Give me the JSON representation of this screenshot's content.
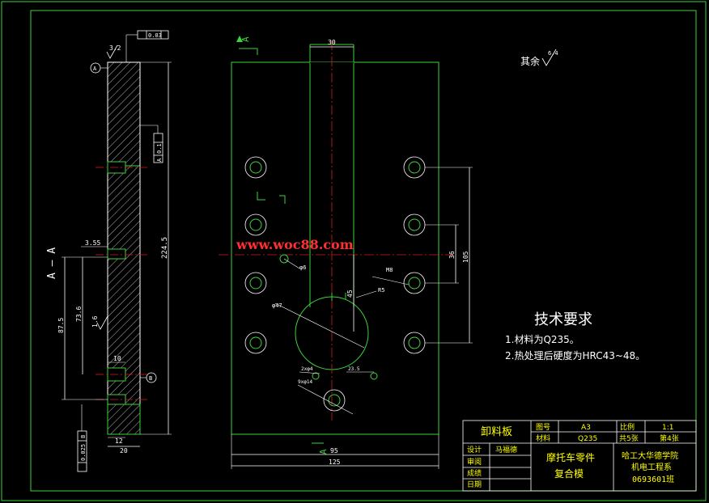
{
  "colors": {
    "background": "#000000",
    "frame": "#3cd23c",
    "part": "#00c8c8",
    "centerline": "#d21e1e",
    "dimension": "#ffffff",
    "text": "#ffffff",
    "title_block_text": "#ffff00",
    "watermark": "#ff3030",
    "hatch": "#ffffff"
  },
  "view_labels": {
    "section_a": "A",
    "section_marker": "A — A",
    "circle_a": "A",
    "circle_b": "B"
  },
  "surface_finish": {
    "top_value": "3.2",
    "mid_value": "1.6",
    "other_label": "其余",
    "other_value": "6.4"
  },
  "tolerances": {
    "flatness": "0.03",
    "parallel": "0.1",
    "parallel_datum": "A",
    "position": "0.025",
    "position_datum": "B"
  },
  "dimensions": {
    "left_total": "224.5",
    "left_width": "20",
    "left_step": "12",
    "left_slot": "3.55",
    "left_a": "87.5",
    "left_b": "73.6",
    "left_c": "10",
    "top_width": "30",
    "dia_small": "φ6",
    "dia_large": "φ47",
    "rad": "R5",
    "thread": "M8",
    "len_45": "45",
    "right_36": "36",
    "right_105": "105",
    "hole_2x4": "2xφ4",
    "dim_23_5": "23.5",
    "hole_9x14": "9xφ14",
    "bottom_95": "95",
    "bottom_125": "125"
  },
  "technical_requirements": {
    "title": "技术要求",
    "items": [
      "1.材料为Q235。",
      "2.热处理后硬度为HRC43~48。"
    ]
  },
  "title_block": {
    "part_name": "卸料板",
    "drawing_no_label": "图号",
    "drawing_no_value": "A3",
    "scale_label": "比例",
    "scale_value": "1:1",
    "material_label": "材料",
    "material_value": "Q235",
    "sheets_total": "共5张",
    "sheet_no": "第4张",
    "designer_label": "设计",
    "designer_name": "马福德",
    "reviewer_label": "审阅",
    "grade_label": "成绩",
    "date_label": "日期",
    "assembly_name_1": "摩托车零件",
    "assembly_name_2": "复合模",
    "school_1": "哈工大华德学院",
    "school_2": "机电工程系",
    "school_3": "0693601班"
  },
  "watermark": "www.woc88.com"
}
